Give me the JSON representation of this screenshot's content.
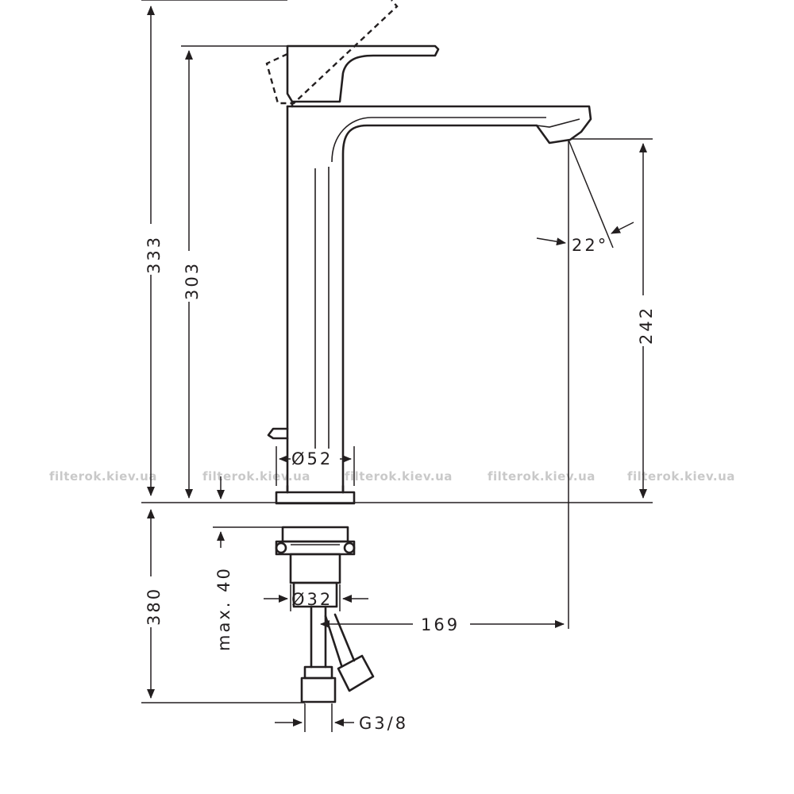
{
  "dimensions": {
    "total_height": "333",
    "body_height": "303",
    "spout_height": "242",
    "spray_angle": "22°",
    "base_diameter": "Ø52",
    "max_thickness": "max. 40",
    "thread_diameter": "Ø32",
    "below_counter": "380",
    "reach": "169",
    "connection": "G3/8"
  },
  "watermarks": [
    "filterok.kiev.ua",
    "filterok.kiev.ua",
    "filterok.kiev.ua",
    "filterok.kiev.ua",
    "filterok.kiev.ua"
  ],
  "colors": {
    "line": "#231f20",
    "watermark": "#c9c9c9",
    "background": "#ffffff"
  }
}
